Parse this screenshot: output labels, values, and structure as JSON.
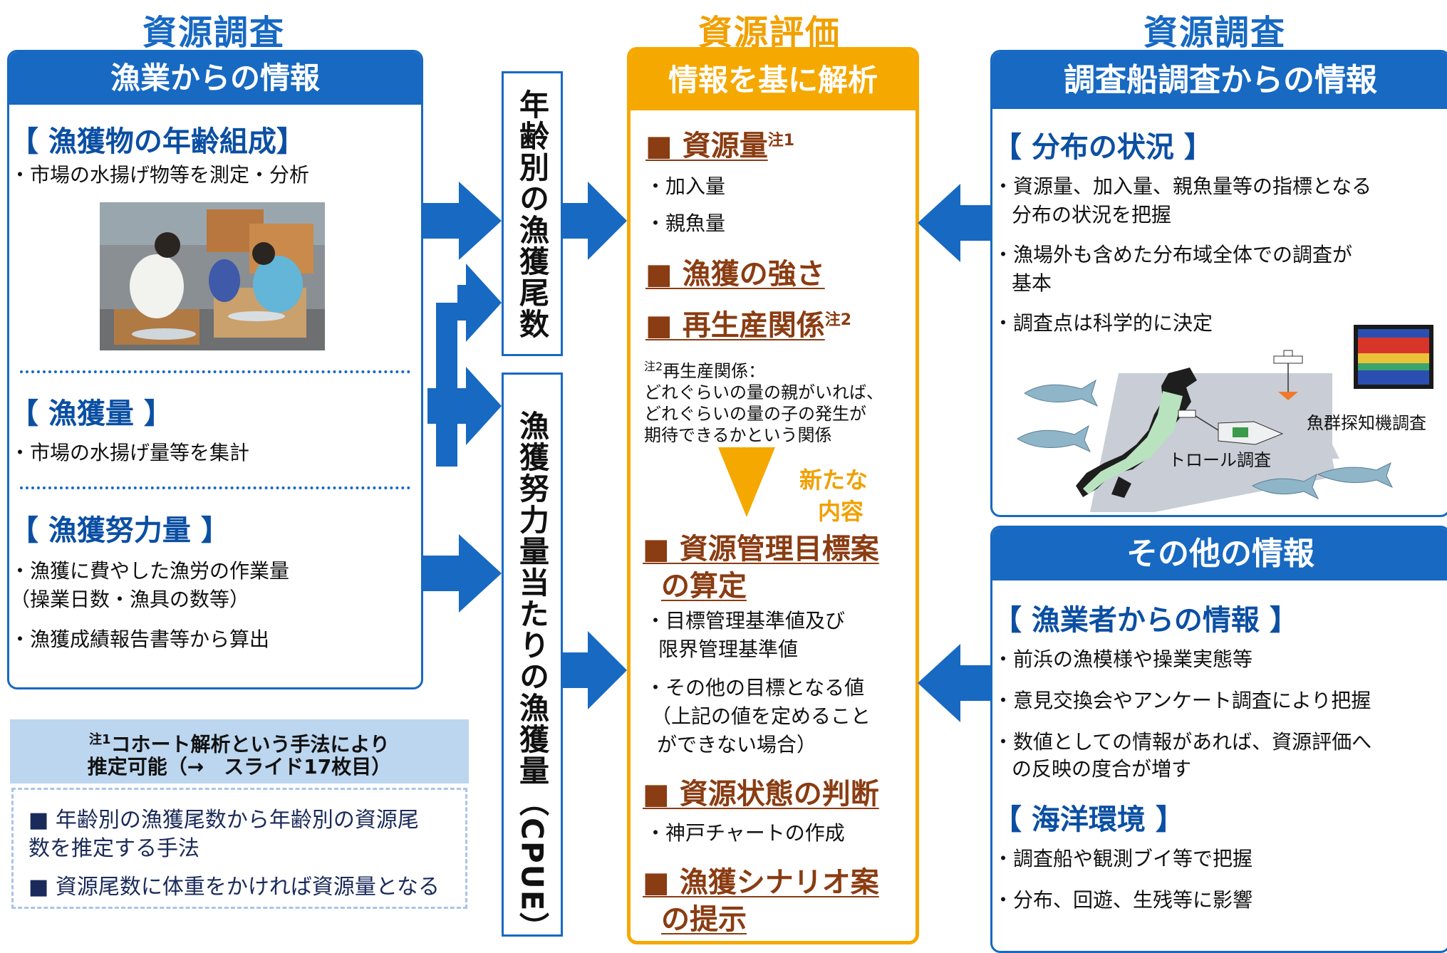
{
  "columns": {
    "left_title": "資源調査",
    "center_title": "資源評価",
    "right_title": "資源調査"
  },
  "left_panel": {
    "header": "漁業からの情報",
    "sections": [
      {
        "title": "【 漁獲物の年齢組成】",
        "items": [
          "・市場の水揚げ物等を測定・分析"
        ]
      },
      {
        "title": "【 漁獲量 】",
        "items": [
          "・市場の水揚げ量等を集計"
        ]
      },
      {
        "title": "【 漁獲努力量 】",
        "items": [
          "・漁獲に費やした漁労の作業量",
          "（操業日数・漁具の数等）",
          "・漁獲成績報告書等から算出"
        ]
      }
    ]
  },
  "vertical_labels": {
    "top": "年齢別の漁獲尾数",
    "bottom": "漁獲努力量当たりの漁獲量（CPUE）"
  },
  "note_box": {
    "header_line1_sup": "注1",
    "header_line1": "コホート解析という手法により",
    "header_line2": "推定可能（→　スライド17枚目）",
    "bullets": [
      "■ 年齢別の漁獲尾数から年齢別の資源尾",
      "数を推定する手法",
      "■ 資源尾数に体重をかければ資源量となる"
    ]
  },
  "center_panel": {
    "header": "情報を基に解析",
    "item1": {
      "title": "■ 資源量",
      "sup": "注1",
      "subs": [
        "・加入量",
        "・親魚量"
      ]
    },
    "item2": {
      "title": "■ 漁獲の強さ"
    },
    "item3": {
      "title": "■ 再生産関係",
      "sup": "注2"
    },
    "note": {
      "sup": "注2",
      "lines": [
        "再生産関係：",
        "どれぐらいの量の親がいれば、",
        "どれぐらいの量の子の発生が",
        "期待できるかという関係"
      ]
    },
    "new_content": [
      "新たな",
      "内容"
    ],
    "item4": {
      "title_lines": [
        "■ 資源管理目標案",
        "の算定"
      ],
      "subs": [
        "・目標管理基準値及び",
        "限界管理基準値",
        "・その他の目標となる値",
        "（上記の値を定めること",
        "ができない場合）"
      ]
    },
    "item5": {
      "title": "■ 資源状態の判断",
      "subs": [
        "・神戸チャートの作成"
      ]
    },
    "item6": {
      "title_lines": [
        "■ 漁獲シナリオ案",
        "の提示"
      ]
    }
  },
  "right_top_panel": {
    "header": "調査船調査からの情報",
    "section": "【 分布の状況 】",
    "items": [
      "・資源量、加入量、親魚量等の指標となる",
      "分布の状況を把握",
      "・漁場外も含めた分布域全体での調査が",
      "基本",
      "・調査点は科学的に決定"
    ],
    "map_labels": {
      "sonar": "魚群探知機調査",
      "trawl": "トロール調査"
    }
  },
  "right_bottom_panel": {
    "header": "その他の情報",
    "sections": [
      {
        "title": "【 漁業者からの情報 】",
        "items": [
          "・前浜の漁模様や操業実態等",
          "・意見交換会やアンケート調査により把握",
          "・数値としての情報があれば、資源評価へ",
          "の反映の度合が増す"
        ]
      },
      {
        "title": "【 海洋環境 】",
        "items": [
          "・調査船や観測ブイ等で把握",
          "・分布、回遊、生残等に影響"
        ]
      }
    ]
  },
  "icons": [
    "arrow-right-icon",
    "arrow-left-icon",
    "arrow-down-icon",
    "fish-icon",
    "japan-map-icon",
    "ship-icon",
    "trawl-net-icon",
    "sonar-screen-icon",
    "market-photo-icon"
  ],
  "colors": {
    "blue": "#1769c2",
    "orange": "#f5a800",
    "brown": "#8a3c12",
    "light_blue": "#bcd6ef"
  }
}
